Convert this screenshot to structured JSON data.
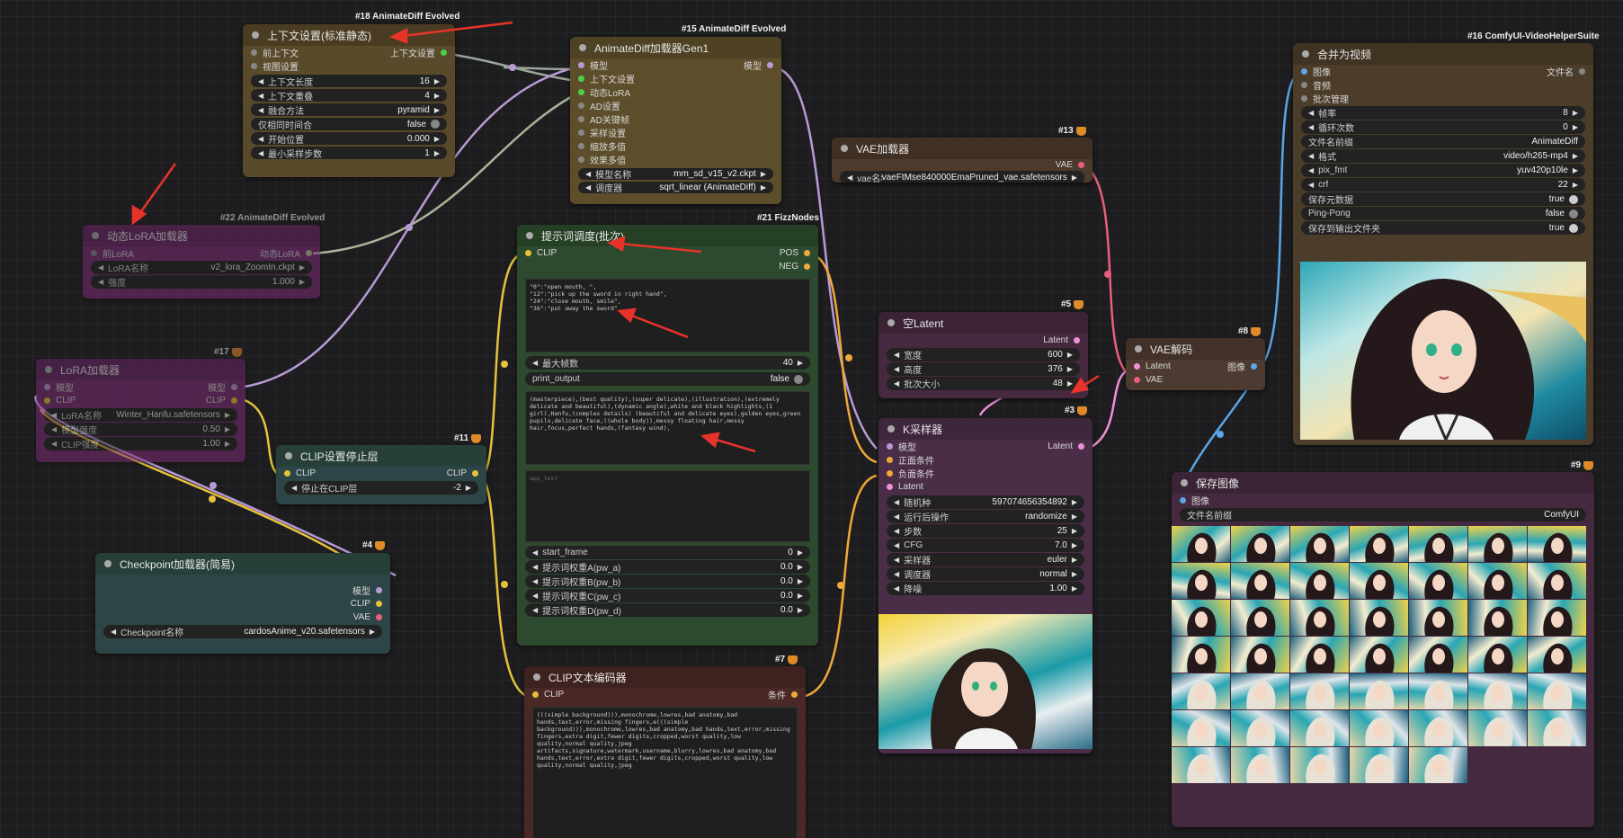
{
  "colors": {
    "context_bg": "#5a4a2c",
    "animatediff_bg": "#5d4e2b",
    "lora_bg": "#5c2458",
    "fizz_bg": "#2e4a2e",
    "clip_bg": "#2d4546",
    "vae_bg": "#4c3a2c",
    "latent_bg": "#47293f",
    "ksampler_bg": "#4a2e48",
    "encoder_bg": "#4a2826",
    "video_bg": "#4c3d2a",
    "decode_bg": "#4d3a30",
    "save_bg": "#45293f",
    "accent_red": "#e8332a"
  },
  "nodes": {
    "context": {
      "badge": "#18 AnimateDiff Evolved",
      "title": "上下文设置(标准静态)",
      "in1": "前上下文",
      "in2": "视图设置",
      "out1": "上下文设置",
      "widgets": [
        {
          "label": "上下文长度",
          "value": "16"
        },
        {
          "label": "上下文重叠",
          "value": "4"
        },
        {
          "label": "融合方法",
          "value": "pyramid"
        },
        {
          "label": "仅相同时间合",
          "value": "false"
        },
        {
          "label": "开始位置",
          "value": "0.000"
        },
        {
          "label": "最小采样步数",
          "value": "1"
        }
      ]
    },
    "animatediff": {
      "badge": "#15 AnimateDiff Evolved",
      "title": "AnimateDiff加载器Gen1",
      "out1": "模型",
      "inputs": [
        "模型",
        "上下文设置",
        "动态LoRA",
        "AD设置",
        "AD关键帧",
        "采样设置",
        "缩放多值",
        "效果多值"
      ],
      "widgets": [
        {
          "label": "模型名称",
          "value": "mm_sd_v15_v2.ckpt"
        },
        {
          "label": "调度器",
          "value": "sqrt_linear (AnimateDiff)"
        }
      ]
    },
    "motionlora": {
      "badge": "#22 AnimateDiff Evolved",
      "title": "动态LoRA加载器",
      "in1": "前LoRA",
      "out1": "动态LoRA",
      "widgets": [
        {
          "label": "LoRA名称",
          "value": "v2_lora_ZoomIn.ckpt"
        },
        {
          "label": "强度",
          "value": "1.000"
        }
      ]
    },
    "lora": {
      "badge": "#17",
      "title": "LoRA加载器",
      "in1": "模型",
      "in2": "CLIP",
      "out1": "模型",
      "out2": "CLIP",
      "widgets": [
        {
          "label": "LoRA名称",
          "value": "Winter_Hanfu.safetensors"
        },
        {
          "label": "模型强度",
          "value": "0.50"
        },
        {
          "label": "CLIP强度",
          "value": "1.00"
        }
      ]
    },
    "fizz": {
      "badge": "#21 FizzNodes",
      "title": "提示词调度(批次)",
      "in1": "CLIP",
      "out1": "POS",
      "out2": "NEG",
      "text1": "\"0\":\"open mouth, \",\n\"12\":\"pick up the sword in right hand\",\n\"24\":\"close mouth, smile\",\n\"36\":\"put away the sword\"",
      "w1": {
        "label": "最大帧数",
        "value": "40"
      },
      "w2": {
        "label": "print_output",
        "value": "false"
      },
      "text2": "(masterpiece),(best quality),(super delicate),(illustration),(extremely delicate and beautiful),(dynamic angle),white and black highlights,(1 girl),Hanfu,(complex details) (beautiful and delicate eyes),golden eyes,green pupils,delicate face,((whole body)),messy floating hair,messy hair,focus,perfect hands,(fantasy wind),",
      "text3": "app_text",
      "widgets": [
        {
          "label": "start_frame",
          "value": "0"
        },
        {
          "label": "提示词权重A(pw_a)",
          "value": "0.0"
        },
        {
          "label": "提示词权重B(pw_b)",
          "value": "0.0"
        },
        {
          "label": "提示词权重C(pw_c)",
          "value": "0.0"
        },
        {
          "label": "提示词权重D(pw_d)",
          "value": "0.0"
        }
      ]
    },
    "clipstop": {
      "badge": "#11",
      "title": "CLIP设置停止层",
      "in1": "CLIP",
      "out1": "CLIP",
      "widget": {
        "label": "停止在CLIP层",
        "value": "-2"
      }
    },
    "checkpoint": {
      "badge": "#4",
      "title": "Checkpoint加载器(简易)",
      "out1": "模型",
      "out2": "CLIP",
      "out3": "VAE",
      "widget": {
        "label": "Checkpoint名称",
        "value": "cardosAnime_v20.safetensors"
      }
    },
    "encoder": {
      "badge": "#7",
      "title": "CLIP文本编码器",
      "in1": "CLIP",
      "out1": "条件",
      "text": "(((simple background))),monochrome,lowres,bad anatomy,bad hands,text,error,missing fingers,e(((simple background))),monochrome,lowres,bad anatomy,bad hands,text,error,missing fingers,extra digit,fewer digits,cropped,worst quality,low quality,normal quality,jpeg artifacts,signature,watermark,username,blurry,lowres,bad anatomy,bad hands,text,error,extra digit,fewer digits,cropped,worst quality,low quality,normal quality,jpeg"
    },
    "vae": {
      "badge": "#13",
      "title": "VAE加载器",
      "out1": "VAE",
      "widget": {
        "label": "vae名称",
        "value": "vaeFtMse840000EmaPruned_vae.safetensors"
      }
    },
    "latent": {
      "badge": "#5",
      "title": "空Latent",
      "out1": "Latent",
      "widgets": [
        {
          "label": "宽度",
          "value": "600"
        },
        {
          "label": "高度",
          "value": "376"
        },
        {
          "label": "批次大小",
          "value": "48"
        }
      ]
    },
    "ksampler": {
      "badge": "#3",
      "title": "K采样器",
      "out1": "Latent",
      "inputs": [
        "模型",
        "正面条件",
        "负面条件",
        "Latent"
      ],
      "widgets": [
        {
          "label": "随机种",
          "value": "597074656354892"
        },
        {
          "label": "运行后操作",
          "value": "randomize"
        },
        {
          "label": "步数",
          "value": "25"
        },
        {
          "label": "CFG",
          "value": "7.0"
        },
        {
          "label": "采样器",
          "value": "euler"
        },
        {
          "label": "调度器",
          "value": "normal"
        },
        {
          "label": "降噪",
          "value": "1.00"
        }
      ]
    },
    "decode": {
      "badge": "#8",
      "title": "VAE解码",
      "in1": "Latent",
      "in2": "VAE",
      "out1": "图像"
    },
    "video": {
      "badge": "#16 ComfyUI-VideoHelperSuite",
      "title": "合并为视频",
      "inputs": [
        "图像",
        "音频",
        "批次管理"
      ],
      "out1": "文件名",
      "widgets": [
        {
          "label": "帧率",
          "value": "8",
          "kind": "num"
        },
        {
          "label": "循环次数",
          "value": "0",
          "kind": "num"
        },
        {
          "label": "文件名前缀",
          "value": "AnimateDiff",
          "kind": "text"
        },
        {
          "label": "格式",
          "value": "video/h265-mp4",
          "kind": "num"
        },
        {
          "label": "pix_fmt",
          "value": "yuv420p10le",
          "kind": "num"
        },
        {
          "label": "crf",
          "value": "22",
          "kind": "num"
        },
        {
          "label": "保存元数据",
          "value": "true",
          "kind": "tog"
        },
        {
          "label": "Ping-Pong",
          "value": "false",
          "kind": "tog"
        },
        {
          "label": "保存到输出文件夹",
          "value": "true",
          "kind": "tog"
        }
      ]
    },
    "save": {
      "badge": "#9",
      "title": "保存图像",
      "in1": "图像",
      "widget": {
        "label": "文件名前缀",
        "value": "ComfyUI"
      }
    }
  }
}
